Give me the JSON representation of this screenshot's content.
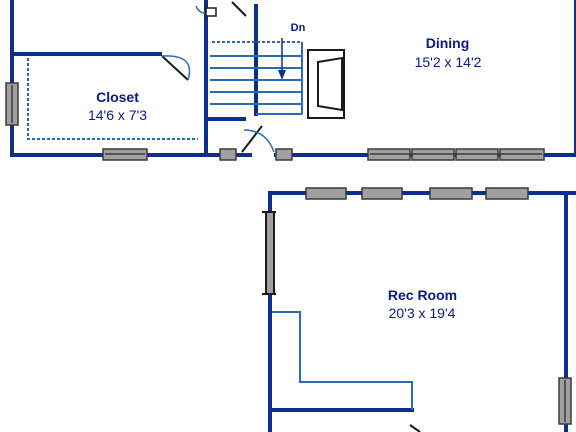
{
  "floorplan": {
    "rooms": [
      {
        "id": "closet",
        "name": "Closet",
        "dimensions": "14'6 x 7'3"
      },
      {
        "id": "dining",
        "name": "Dining",
        "dimensions": "15'2 x 14'2"
      },
      {
        "id": "rec-room",
        "name": "Rec Room",
        "dimensions": "20'3 x 19'4"
      }
    ],
    "stairs_label": "Dn",
    "colors": {
      "wall": "#0d2f8c",
      "fixture": "#2a6bb8",
      "window_fill": "#a0a0a0",
      "window_stroke": "#3a3a3a",
      "label": "#0a1a8c",
      "background": "#ffffff"
    }
  }
}
